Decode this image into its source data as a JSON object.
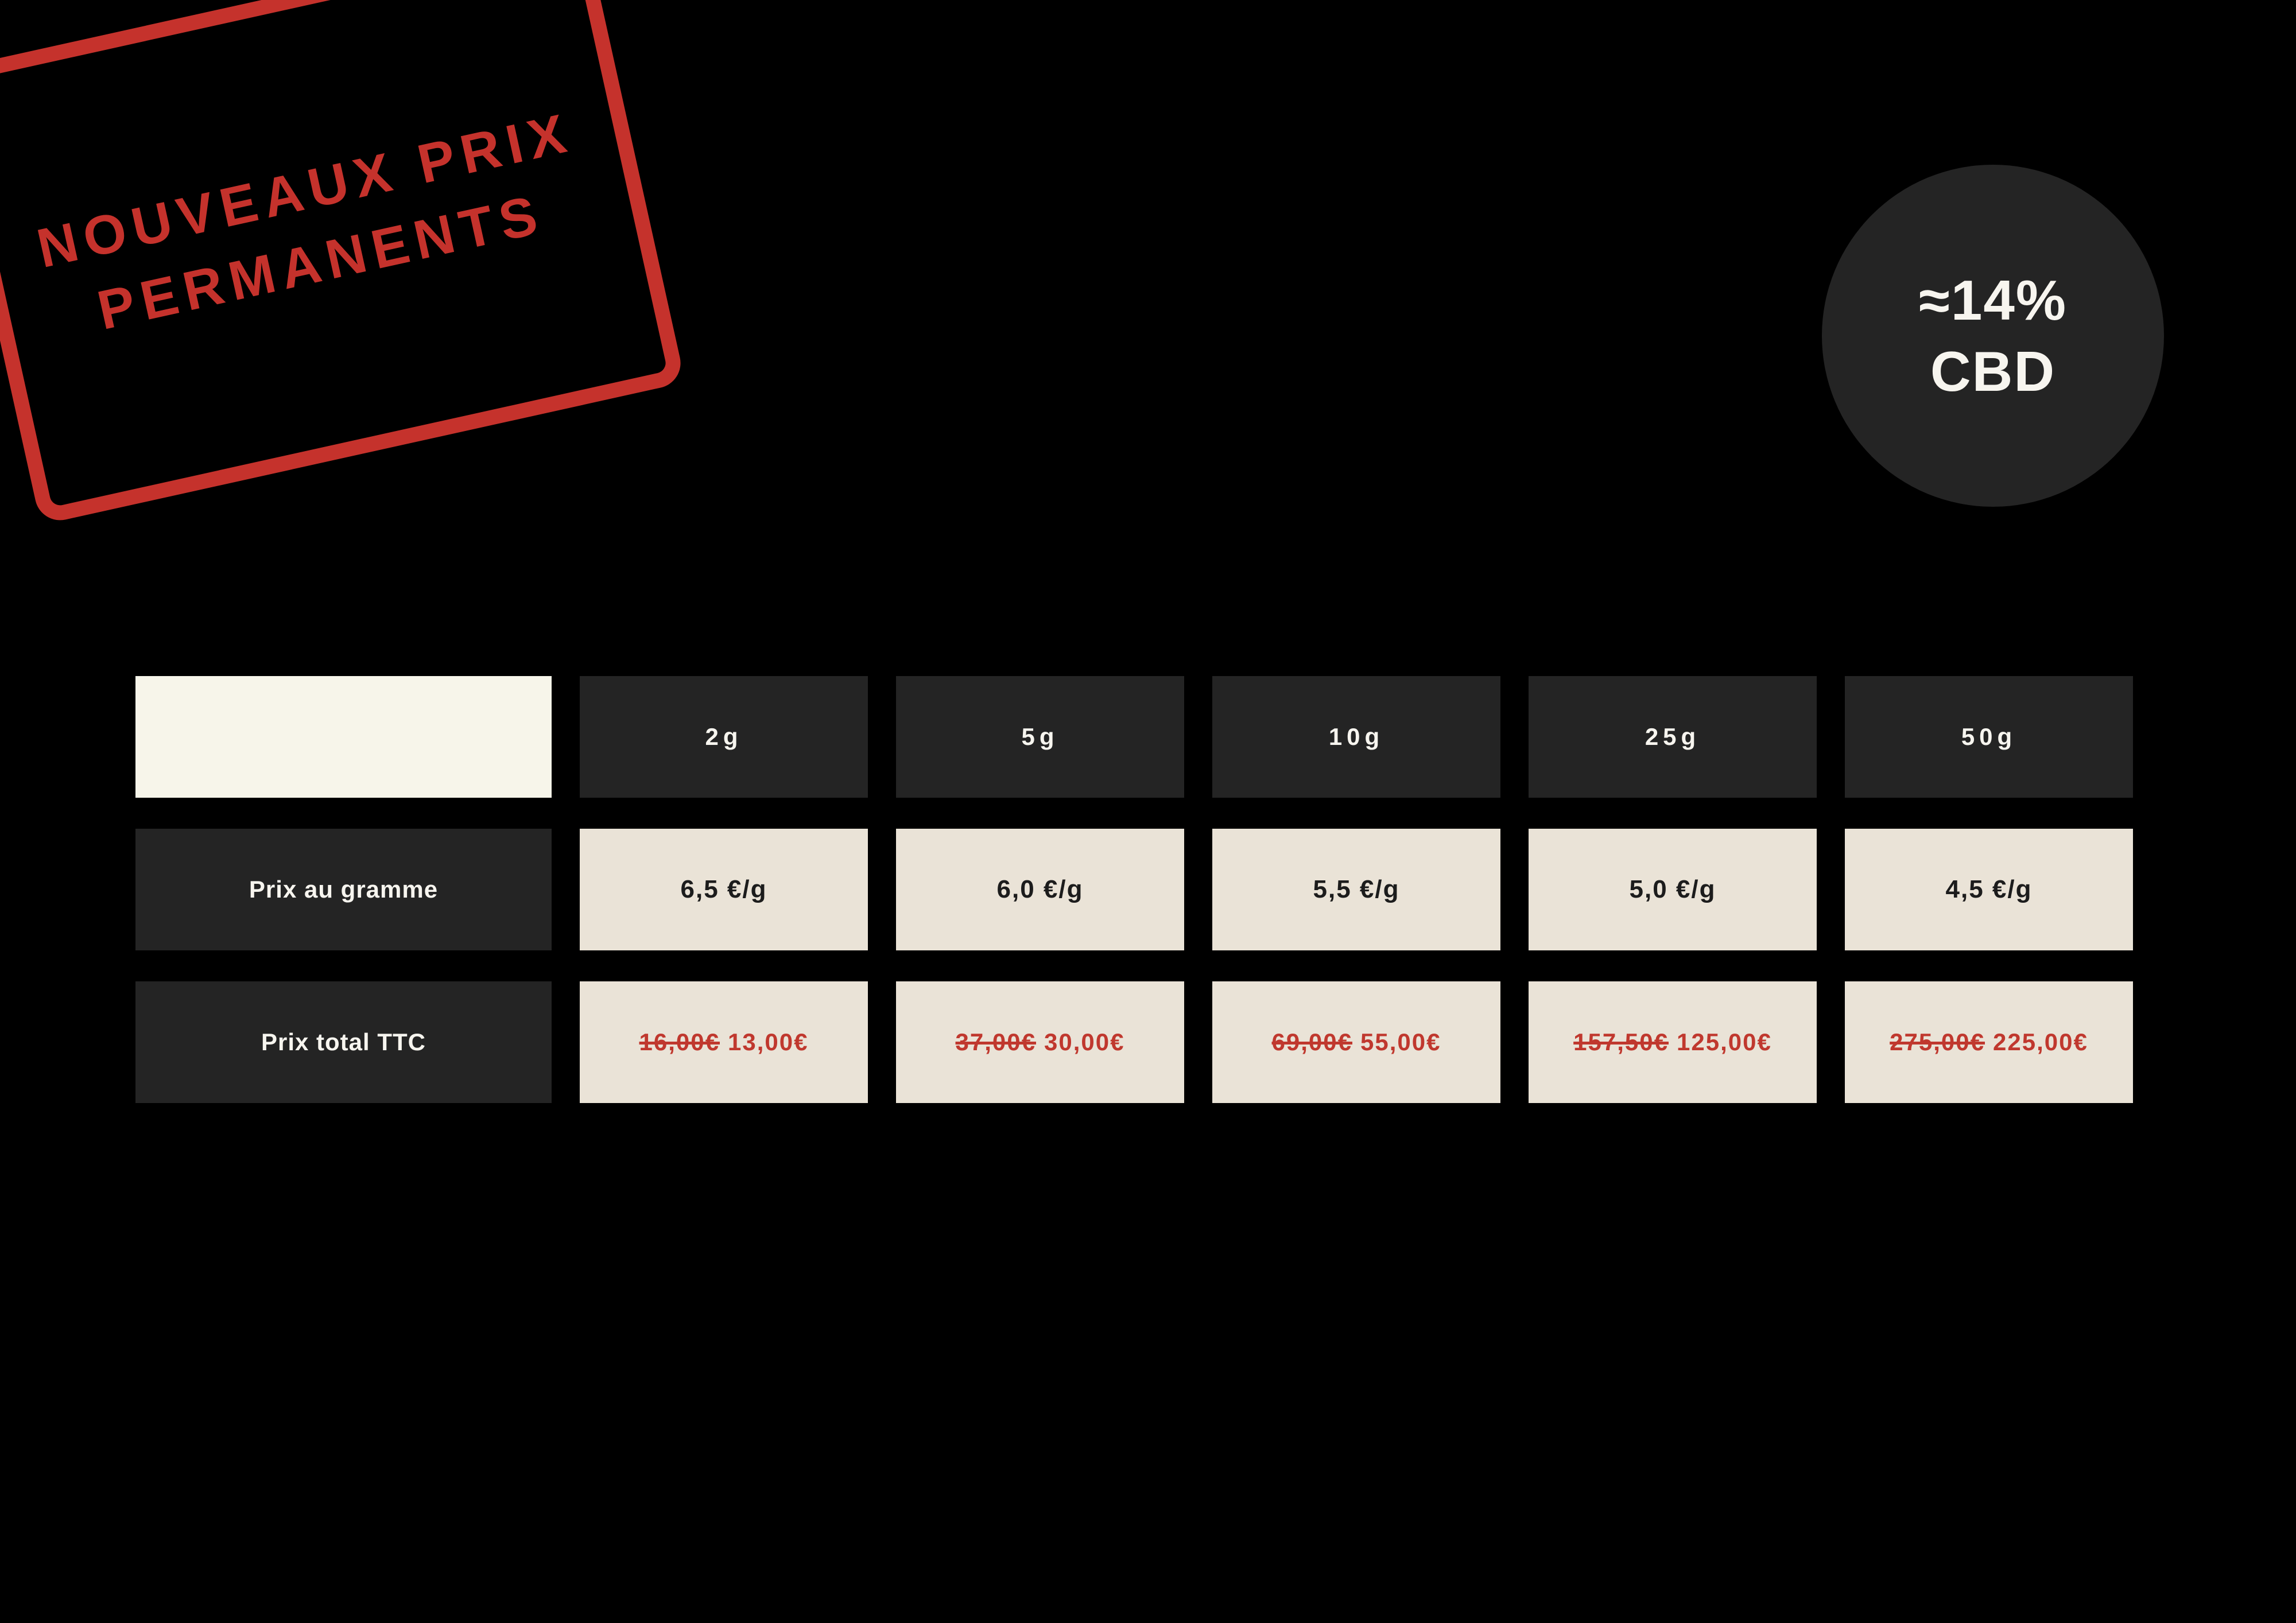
{
  "stamp": {
    "line1": "NOUVEAUX PRIX",
    "line2": "PERMANENTS"
  },
  "badge": {
    "line1": "≈14%",
    "line2": "CBD"
  },
  "table": {
    "header": {
      "labels": [
        "2g",
        "5g",
        "10g",
        "25g",
        "50g"
      ]
    },
    "price_per_gram": {
      "label": "Prix au gramme",
      "values": [
        "6,5 €/g",
        "6,0 €/g",
        "5,5 €/g",
        "5,0 €/g",
        "4,5 €/g"
      ]
    },
    "total_price": {
      "label": "Prix total TTC",
      "cells": [
        {
          "old": "16,00€",
          "new": "13,00€"
        },
        {
          "old": "37,00€",
          "new": "30,00€"
        },
        {
          "old": "69,00€",
          "new": "55,00€"
        },
        {
          "old": "157,50€",
          "new": "125,00€"
        },
        {
          "old": "275,00€",
          "new": "225,00€"
        }
      ]
    }
  },
  "colors": {
    "background": "#000000",
    "stamp_red": "#c5322c",
    "price_red": "#c0382e",
    "dark_cell": "#242424",
    "cream_cell": "#eae3d7",
    "corner_cell": "#f7f5ea"
  },
  "chart_data": {
    "type": "table",
    "title": "Nouveaux prix permanents ≈ 14% CBD",
    "columns": [
      "",
      "2g",
      "5g",
      "10g",
      "25g",
      "50g"
    ],
    "rows": [
      [
        "Prix au gramme",
        "6,5 €/g",
        "6,0 €/g",
        "5,5 €/g",
        "5,0 €/g",
        "4,5 €/g"
      ],
      [
        "Prix total TTC (ancien)",
        "16,00€",
        "37,00€",
        "69,00€",
        "157,50€",
        "275,00€"
      ],
      [
        "Prix total TTC (nouveau)",
        "13,00€",
        "30,00€",
        "55,00€",
        "125,00€",
        "225,00€"
      ]
    ]
  }
}
